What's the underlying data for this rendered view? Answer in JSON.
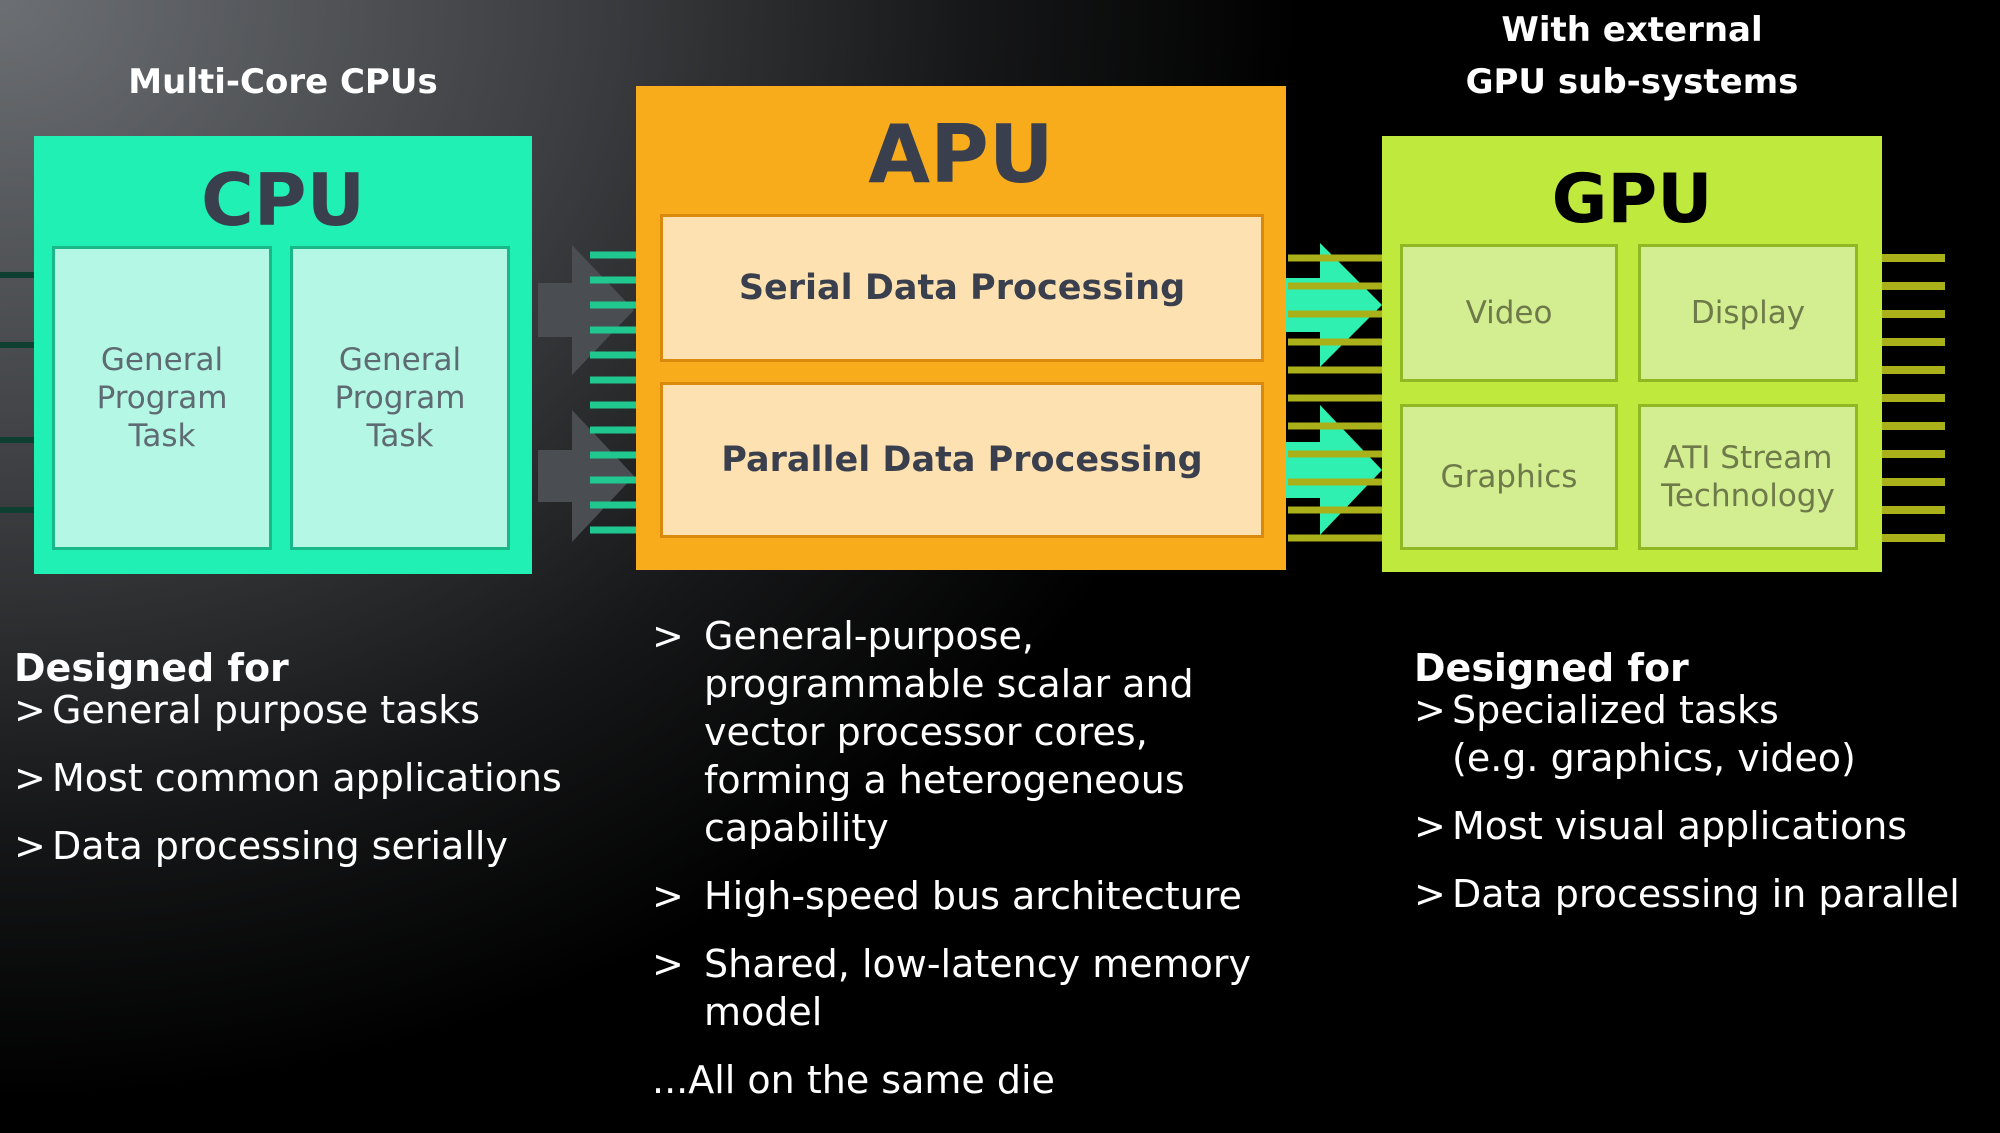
{
  "headings": {
    "cpu": "Multi-Core CPUs",
    "gpu": "With external\nGPU sub-systems"
  },
  "cpu": {
    "title": "CPU",
    "cells": [
      "General\nProgram\nTask",
      "General\nProgram\nTask"
    ]
  },
  "apu": {
    "title": "APU",
    "serial": "Serial Data Processing",
    "parallel": "Parallel Data Processing"
  },
  "gpu": {
    "title": "GPU",
    "cells": [
      "Video",
      "Display",
      "Graphics",
      "ATI Stream\nTechnology"
    ]
  },
  "cpu_text": {
    "header": "Designed for",
    "items": [
      "General purpose tasks",
      "Most common applications",
      "Data processing serially"
    ]
  },
  "apu_text": {
    "items": [
      "General-purpose,\nprogrammable scalar and\nvector processor cores,\nforming a heterogeneous\ncapability",
      "High-speed bus architecture",
      "Shared, low-latency memory\nmodel"
    ],
    "footer": "...All on the same die"
  },
  "gpu_text": {
    "header": "Designed for",
    "items": [
      "Specialized tasks\n(e.g. graphics, video)",
      "Most visual applications",
      "Data processing in parallel"
    ]
  },
  "colors": {
    "cpu_box": "#21f0b5",
    "cpu_cell": "#b4f7e4",
    "apu_box": "#f8ac1c",
    "apu_cell": "#fde1b0",
    "gpu_box": "#bfea3d",
    "gpu_cell": "#d3ee90",
    "gpu_lines": "#aab01a",
    "title_dark": "#3a3f4d",
    "cell_text": "#5e6b72",
    "gpu_cell_text": "#6f7a4a"
  }
}
